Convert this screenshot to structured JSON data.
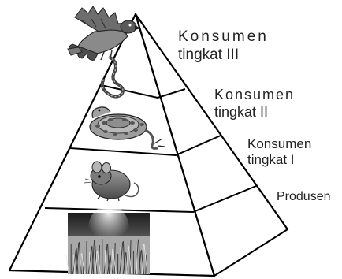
{
  "labels": {
    "consumer_3": {
      "line1": "Konsumen",
      "line2": "tingkat III"
    },
    "consumer_2": {
      "line1": "Konsumen",
      "line2": "tingkat II"
    },
    "consumer_1": {
      "line1": "Konsumen",
      "line2": "tingkat I"
    },
    "producer": "Produsen"
  },
  "levels": [
    {
      "level": "consumer_3",
      "icon": "hawk-icon"
    },
    {
      "level": "consumer_2",
      "icon": "snake-icon"
    },
    {
      "level": "consumer_1",
      "icon": "mouse-icon"
    },
    {
      "level": "producer",
      "icon": "grass-icon"
    }
  ],
  "colors": {
    "outline": "#000000",
    "text": "#222222"
  }
}
